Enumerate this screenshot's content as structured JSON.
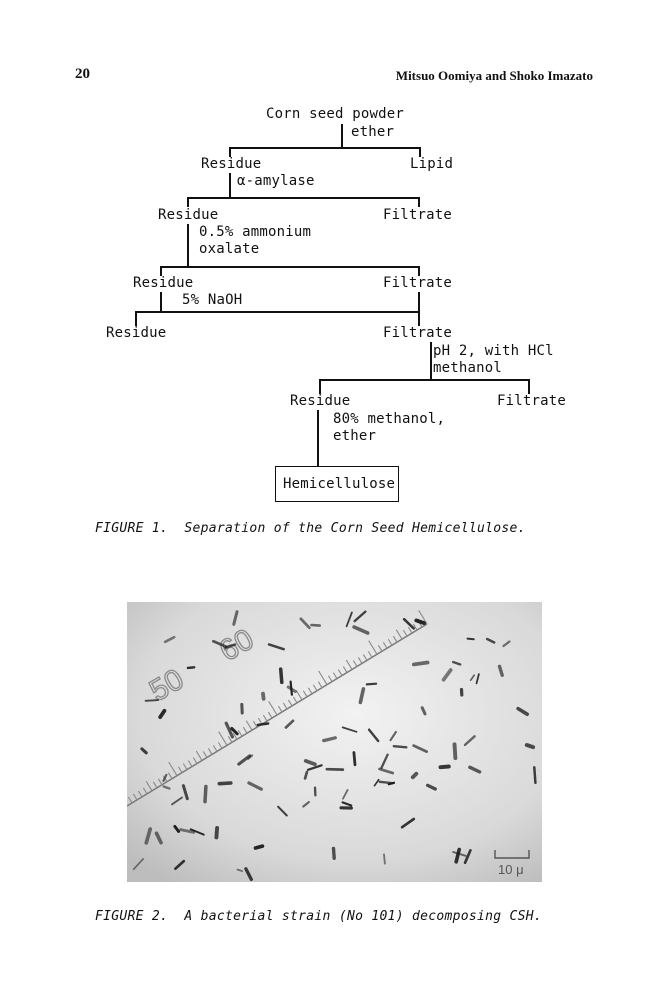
{
  "header": {
    "page_number": "20",
    "running_head": "Mitsuo Oomiya and Shoko Imazato"
  },
  "flowchart": {
    "start": "Corn seed powder",
    "step1_reagent": "ether",
    "residue_1": "Residue",
    "lipid": "Lipid",
    "step2_reagent": "α-amylase",
    "residue_2": "Residue",
    "filtrate_2": "Filtrate",
    "step3_reagent_line1": "0.5% ammonium",
    "step3_reagent_line2": "oxalate",
    "residue_3": "Residue",
    "filtrate_3": "Filtrate",
    "step4_reagent": "5% NaOH",
    "residue_4": "Residue",
    "filtrate_4": "Filtrate",
    "step5_reagent_line1": "pH 2, with HCl",
    "step5_reagent_line2": "methanol",
    "residue_5": "Residue",
    "filtrate_5": "Filtrate",
    "step6_reagent_line1": "80% methanol,",
    "step6_reagent_line2": "ether",
    "product": "Hemicellulose"
  },
  "figure1": {
    "label": "FIGURE 1.",
    "caption": "Separation of the Corn Seed Hemicellulose."
  },
  "figure2": {
    "label": "FIGURE 2.",
    "caption": "A bacterial strain (No 101) decomposing CSH.",
    "scale_bar_label": "10 μ",
    "ruler_labels": [
      "50",
      "60"
    ]
  }
}
